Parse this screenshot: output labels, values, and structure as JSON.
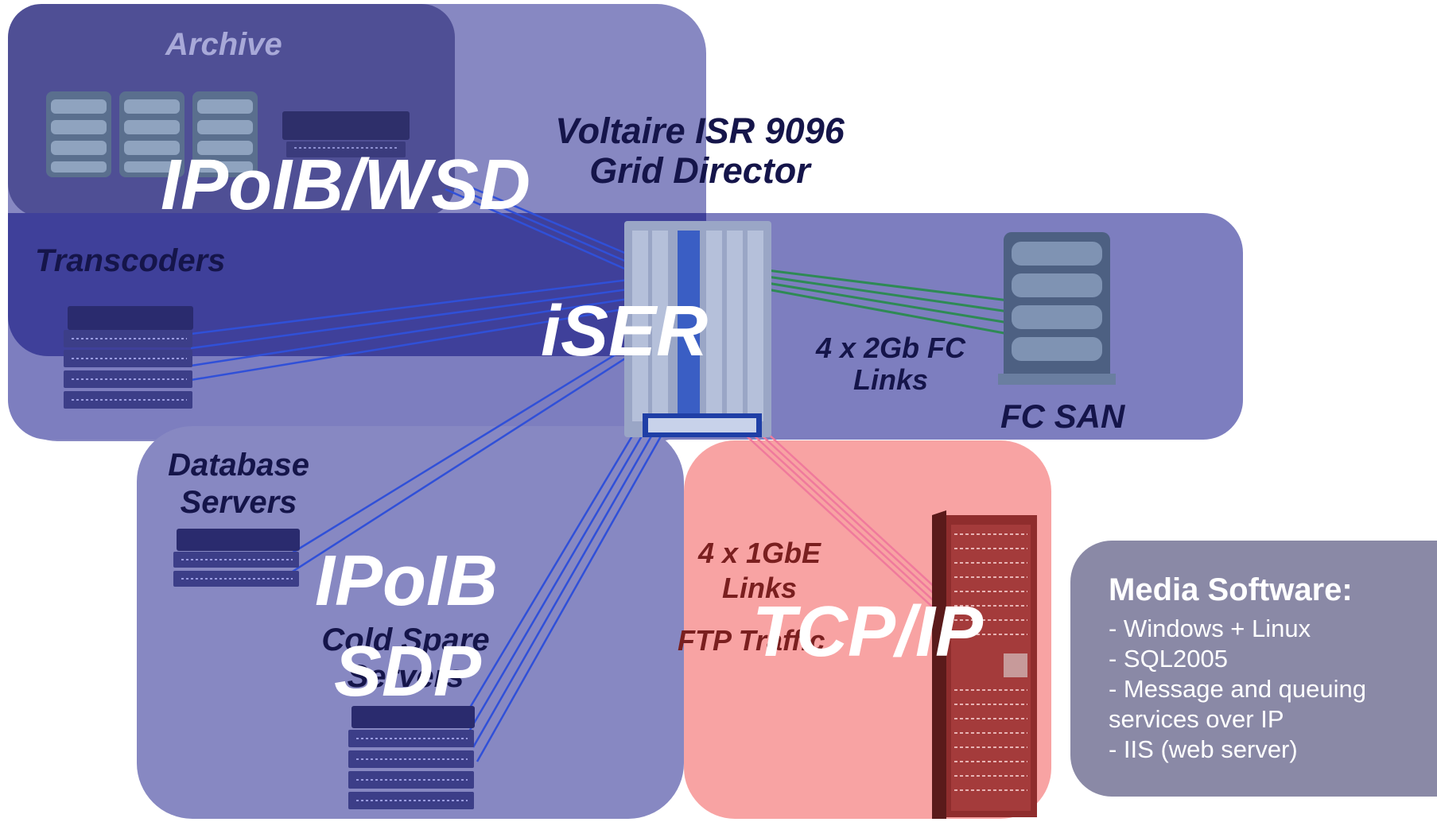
{
  "switch": {
    "title_line1": "Voltaire ISR 9096",
    "title_line2": "Grid Director"
  },
  "zones": {
    "archive": {
      "label": "Archive",
      "protocol": "IPoIB/WSD"
    },
    "transcoders": {
      "label": "Transcoders",
      "protocol": "iSER"
    },
    "fc_san": {
      "label": "FC SAN",
      "links_line1": "4 x 2Gb FC",
      "links_line2": "Links"
    },
    "database": {
      "label_line1": "Database",
      "label_line2": "Servers",
      "protocol": "IPoIB"
    },
    "cold_spare": {
      "label_line1": "Cold Spare",
      "label_line2": "Servers",
      "protocol": "SDP"
    },
    "tcpip": {
      "links_line1": "4 x 1GbE",
      "links_line2": "Links",
      "traffic": "FTP Traffic",
      "protocol": "TCP/IP"
    }
  },
  "media_software": {
    "title": "Media Software:",
    "items": [
      "- Windows + Linux",
      "- SQL2005",
      "- Message and queuing",
      "services over IP",
      "- IIS (web server)"
    ]
  },
  "colors": {
    "zone_blue": "#8788c2",
    "zone_dark": "#3e3f93",
    "zone_red": "#f8a3a3",
    "media_box": "#8a89a6",
    "link_blue": "#3050d8",
    "link_green": "#2e8a55",
    "link_pink": "#f07a9c",
    "label_dark": "#15154a",
    "label_red": "#7a1f1f"
  }
}
